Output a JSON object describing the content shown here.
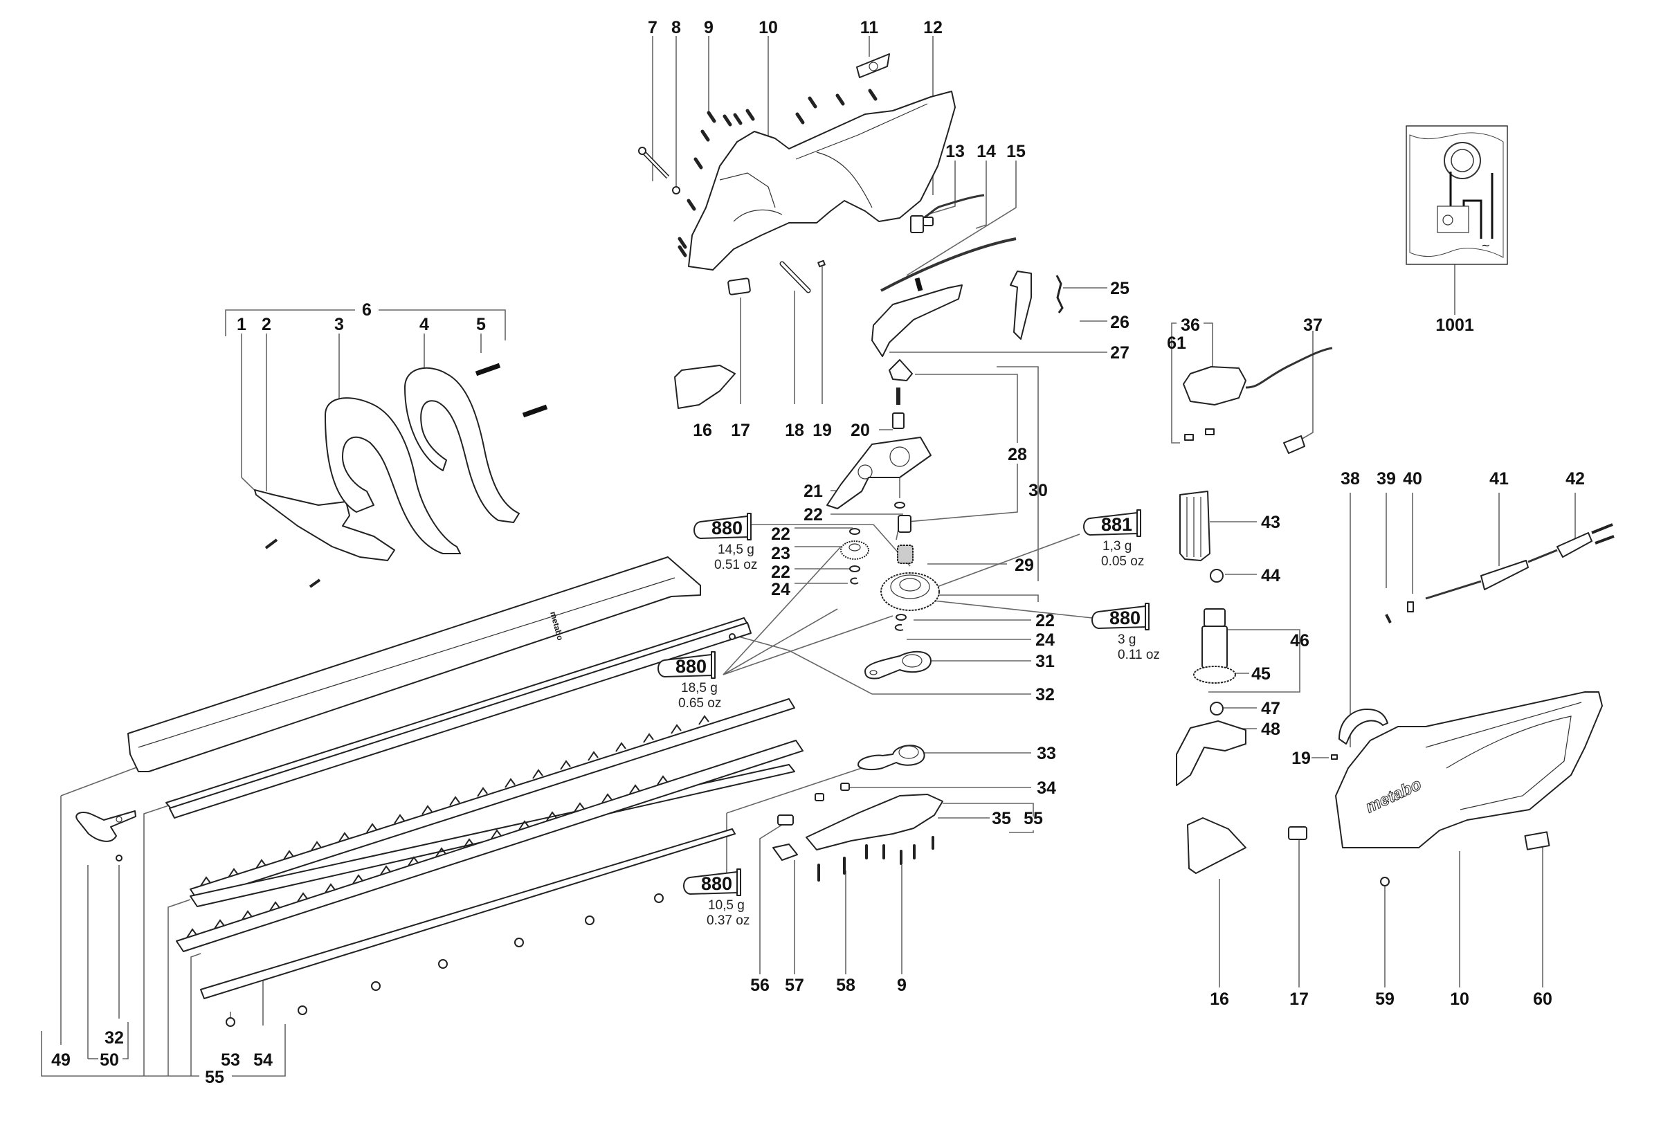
{
  "diagram": {
    "title": "Hedge trimmer exploded parts diagram",
    "brand_mark": "metabo",
    "part_labels": {
      "p1": "1",
      "p2": "2",
      "p3": "3",
      "p4": "4",
      "p5": "5",
      "p6": "6",
      "p7": "7",
      "p8": "8",
      "p9a": "9",
      "p9b": "9",
      "p10a": "10",
      "p10b": "10",
      "p11": "11",
      "p12": "12",
      "p13": "13",
      "p14": "14",
      "p15": "15",
      "p16a": "16",
      "p16b": "16",
      "p17a": "17",
      "p17b": "17",
      "p18": "18",
      "p19a": "19",
      "p19b": "19",
      "p20": "20",
      "p21": "21",
      "p22a": "22",
      "p22b": "22",
      "p22c": "22",
      "p22d": "22",
      "p23": "23",
      "p24a": "24",
      "p24b": "24",
      "p25": "25",
      "p26": "26",
      "p27": "27",
      "p28": "28",
      "p29": "29",
      "p30": "30",
      "p31": "31",
      "p32a": "32",
      "p32b": "32",
      "p33": "33",
      "p34": "34",
      "p35": "35",
      "p36": "36",
      "p37": "37",
      "p38": "38",
      "p39": "39",
      "p40": "40",
      "p41": "41",
      "p42": "42",
      "p43": "43",
      "p44": "44",
      "p45": "45",
      "p46": "46",
      "p47": "47",
      "p48": "48",
      "p49": "49",
      "p50": "50",
      "p53": "53",
      "p54": "54",
      "p55a": "55",
      "p55b": "55",
      "p56": "56",
      "p57": "57",
      "p58": "58",
      "p59": "59",
      "p60": "60",
      "p61": "61",
      "p1001": "1001"
    },
    "lubricants": [
      {
        "code": "880",
        "grams": "14,5 g",
        "ounces": "0.51 oz"
      },
      {
        "code": "881",
        "grams": "1,3 g",
        "ounces": "0.05 oz"
      },
      {
        "code": "880",
        "grams": "3 g",
        "ounces": "0.11 oz"
      },
      {
        "code": "880",
        "grams": "18,5 g",
        "ounces": "0.65 oz"
      },
      {
        "code": "880",
        "grams": "10,5 g",
        "ounces": "0.37 oz"
      }
    ],
    "wiring_diagram_symbol": "~"
  }
}
